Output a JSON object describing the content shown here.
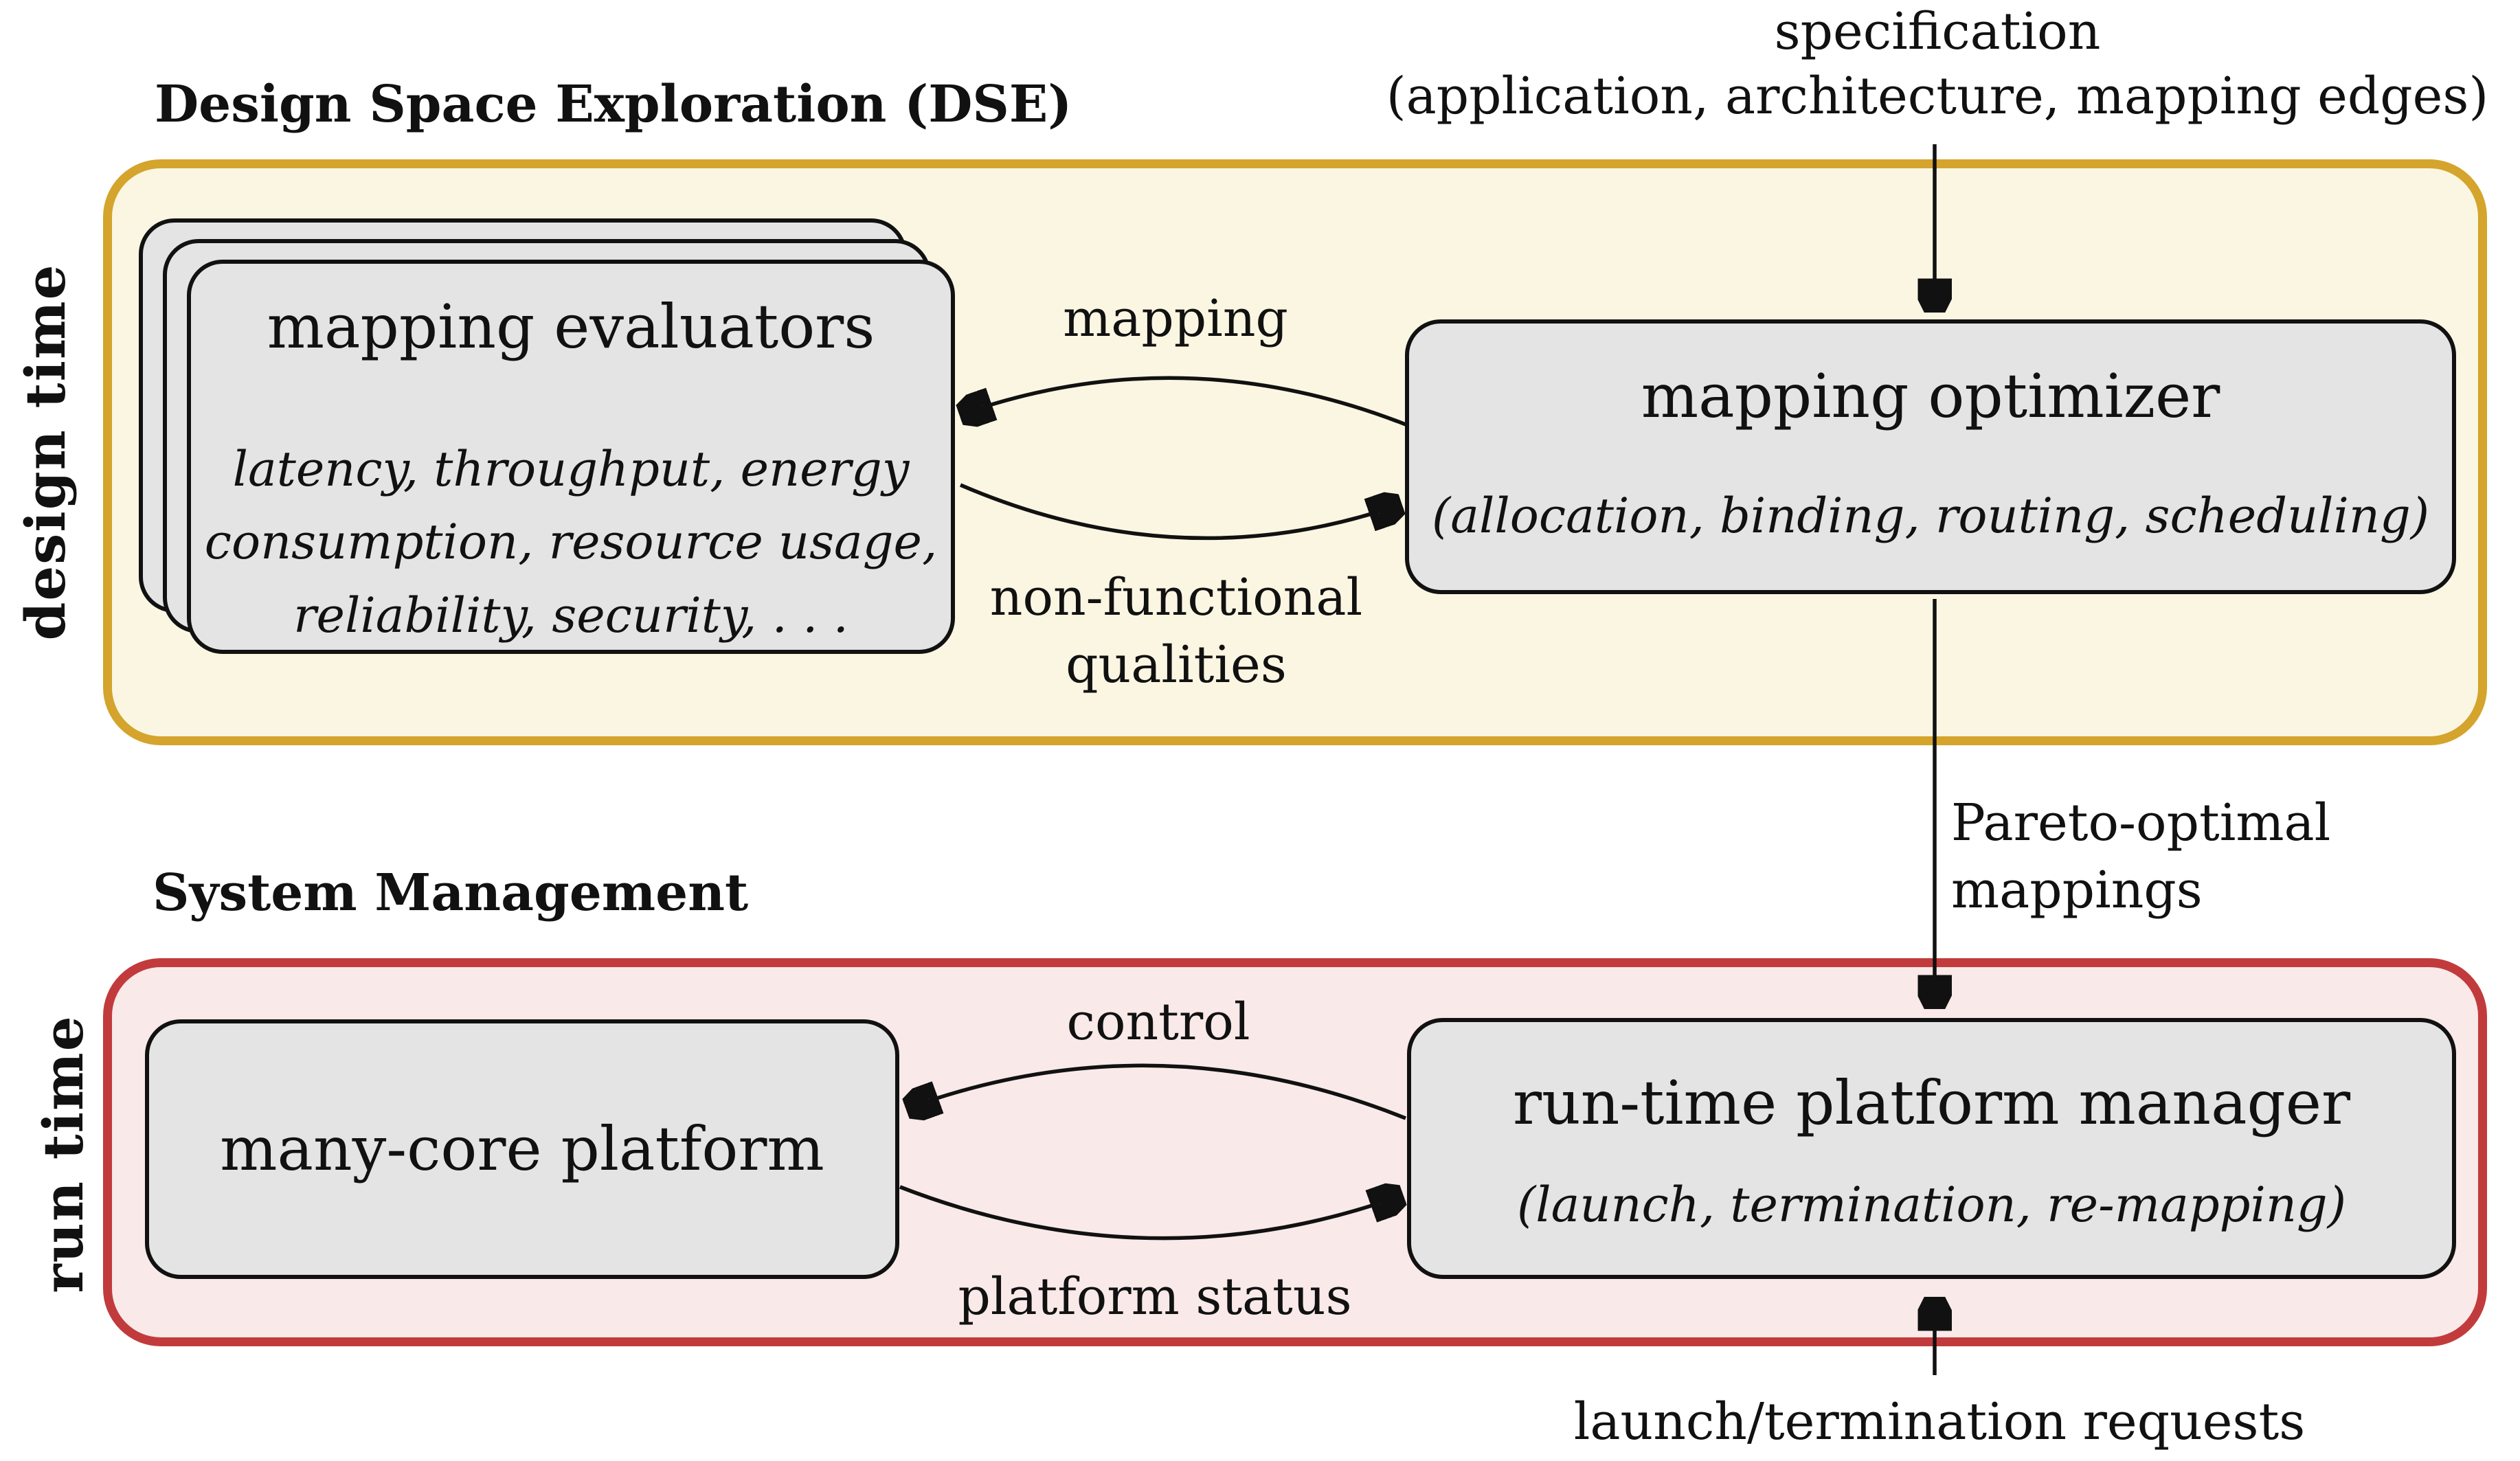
{
  "dse_section_label": "Design Space Exploration (DSE)",
  "system_section_label": "System Management",
  "side_labels": {
    "design_time": "design time",
    "run_time": "run time"
  },
  "spec_annotation": {
    "line1": "specification",
    "line2": "(application, architecture, mapping edges)"
  },
  "design_region": {
    "evaluators": {
      "title": "mapping evaluators",
      "detail_line1": "latency, throughput, energy",
      "detail_line2": "consumption, resource usage,",
      "detail_line3": "reliability, security, . . ."
    },
    "optimizer": {
      "title": "mapping optimizer",
      "subtitle": "(allocation, binding, routing, scheduling)"
    },
    "edge_labels": {
      "mapping": "mapping",
      "nonfunctional_line1": "non-functional",
      "nonfunctional_line2": "qualities"
    }
  },
  "runtime_region": {
    "platform": {
      "title": "many-core platform"
    },
    "manager": {
      "title": "run-time platform manager",
      "subtitle": "(launch, termination, re-mapping)"
    },
    "edge_labels": {
      "control": "control",
      "platform_status": "platform status"
    }
  },
  "flow_labels": {
    "pareto_line1": "Pareto-optimal",
    "pareto_line2": "mappings",
    "launch_requests": "launch/termination requests"
  },
  "colors": {
    "design_border": "#d4a42c",
    "design_fill": "#faf6e2",
    "runtime_border": "#c23b3c",
    "runtime_fill": "#f9e9e9",
    "node_fill": "#e4e4e4",
    "node_border": "#111111",
    "ink": "#111111"
  }
}
